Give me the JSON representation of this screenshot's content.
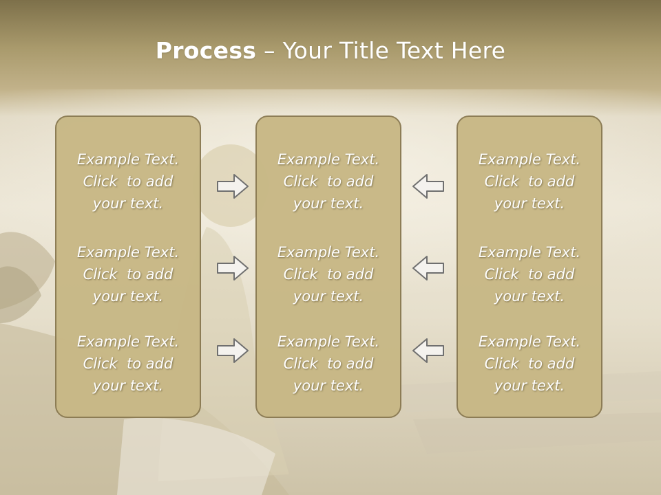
{
  "title": {
    "bold": "Process",
    "rest": " – Your Title Text Here"
  },
  "columns": [
    {
      "items": [
        {
          "l1": "Example Text.",
          "l2": "Click  to add",
          "l3": "your text."
        },
        {
          "l1": "Example Text.",
          "l2": "Click  to add",
          "l3": "your text."
        },
        {
          "l1": "Example Text.",
          "l2": "Click  to add",
          "l3": "your text."
        }
      ]
    },
    {
      "items": [
        {
          "l1": "Example Text.",
          "l2": "Click  to add",
          "l3": "your text."
        },
        {
          "l1": "Example Text.",
          "l2": "Click  to add",
          "l3": "your text."
        },
        {
          "l1": "Example Text.",
          "l2": "Click  to add",
          "l3": "your text."
        }
      ]
    },
    {
      "items": [
        {
          "l1": "Example Text.",
          "l2": "Click  to add",
          "l3": "your text."
        },
        {
          "l1": "Example Text.",
          "l2": "Click  to add",
          "l3": "your text."
        },
        {
          "l1": "Example Text.",
          "l2": "Click  to add",
          "l3": "your text."
        }
      ]
    }
  ],
  "arrows": {
    "left_group": "arrow-right-icon",
    "right_group": "arrow-left-icon"
  },
  "colors": {
    "box_fill": "#c8b886",
    "box_border": "#8a7a52",
    "title_bar": "#a99a6c",
    "text": "#ffffff"
  }
}
